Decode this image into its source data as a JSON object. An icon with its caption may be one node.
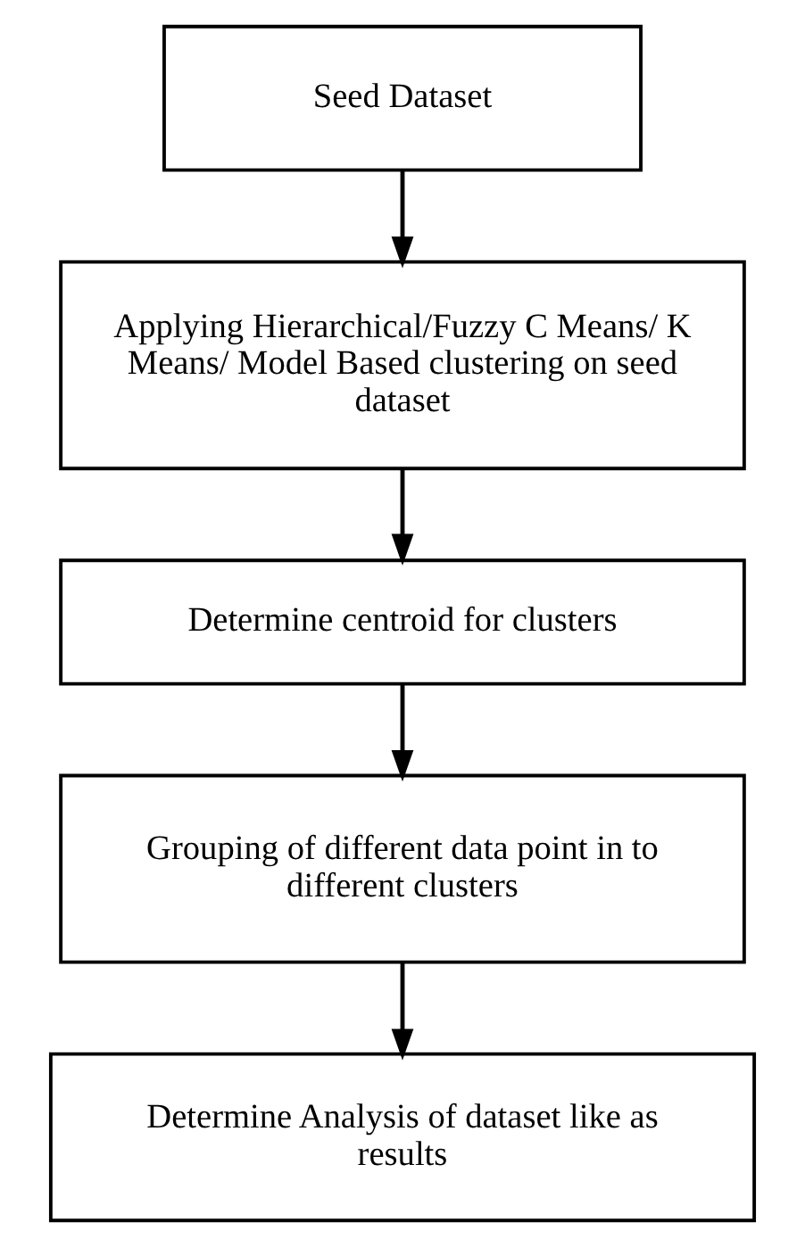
{
  "diagram": {
    "nodes": [
      {
        "text": [
          "Seed Dataset"
        ]
      },
      {
        "text": [
          "Applying Hierarchical/Fuzzy C Means/ K Means/ Model Based clustering on seed dataset"
        ]
      },
      {
        "text": [
          "Determine centroid for clusters"
        ]
      },
      {
        "text": [
          "Grouping of different data point in to different clusters"
        ]
      },
      {
        "text": [
          "Determine Analysis of dataset like as results"
        ]
      }
    ],
    "edges": [
      {
        "from": 0,
        "to": 1,
        "arrow": "to"
      },
      {
        "from": 1,
        "to": 2,
        "arrow": "to"
      },
      {
        "from": 2,
        "to": 3,
        "arrow": "to"
      },
      {
        "from": 3,
        "to": 4,
        "arrow": "to"
      }
    ]
  }
}
